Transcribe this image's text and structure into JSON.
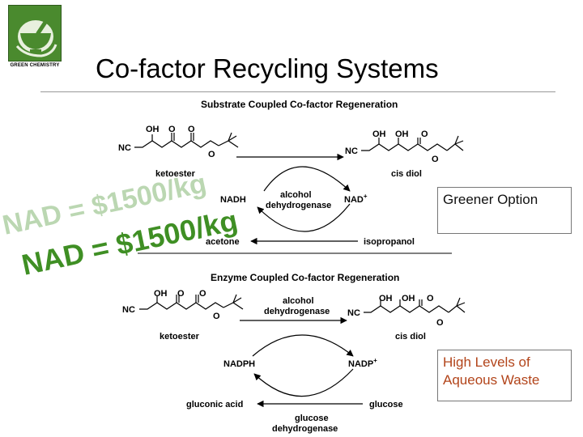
{
  "header": {
    "logo_text": "GREEN CHEMISTRY",
    "title": "Co-factor Recycling Systems"
  },
  "top_scheme": {
    "heading": "Substrate Coupled Co-factor Regeneration",
    "reactant_label": "ketoester",
    "product_label": "cis diol",
    "cofactor_left": "NADH",
    "cofactor_right": "NAD",
    "cofactor_right_sup": "+",
    "enzyme_line1": "alcohol",
    "enzyme_line2": "dehydrogenase",
    "byproduct": "acetone",
    "cosubstrate": "isopropanol"
  },
  "bottom_scheme": {
    "heading": "Enzyme Coupled Co-factor Regeneration",
    "reactant_label": "ketoester",
    "product_label": "cis diol",
    "enzyme_top_line1": "alcohol",
    "enzyme_top_line2": "dehydrogenase",
    "cofactor_left": "NADPH",
    "cofactor_right": "NADP",
    "cofactor_right_sup": "+",
    "byproduct": "gluconic acid",
    "cosubstrate": "glucose",
    "enzyme_bottom_line1": "glucose",
    "enzyme_bottom_line2": "dehydrogenase"
  },
  "atoms": {
    "nc": "NC",
    "oh": "OH",
    "o": "O"
  },
  "watermark": "NAD = $1500/kg",
  "callouts": {
    "green": "Greener Option",
    "red_line1": "High Levels of",
    "red_line2": "Aqueous Waste"
  },
  "colors": {
    "logo_green": "#4a8a2e",
    "watermark_green": "#3f8f24",
    "warning_text": "#b2441a"
  }
}
